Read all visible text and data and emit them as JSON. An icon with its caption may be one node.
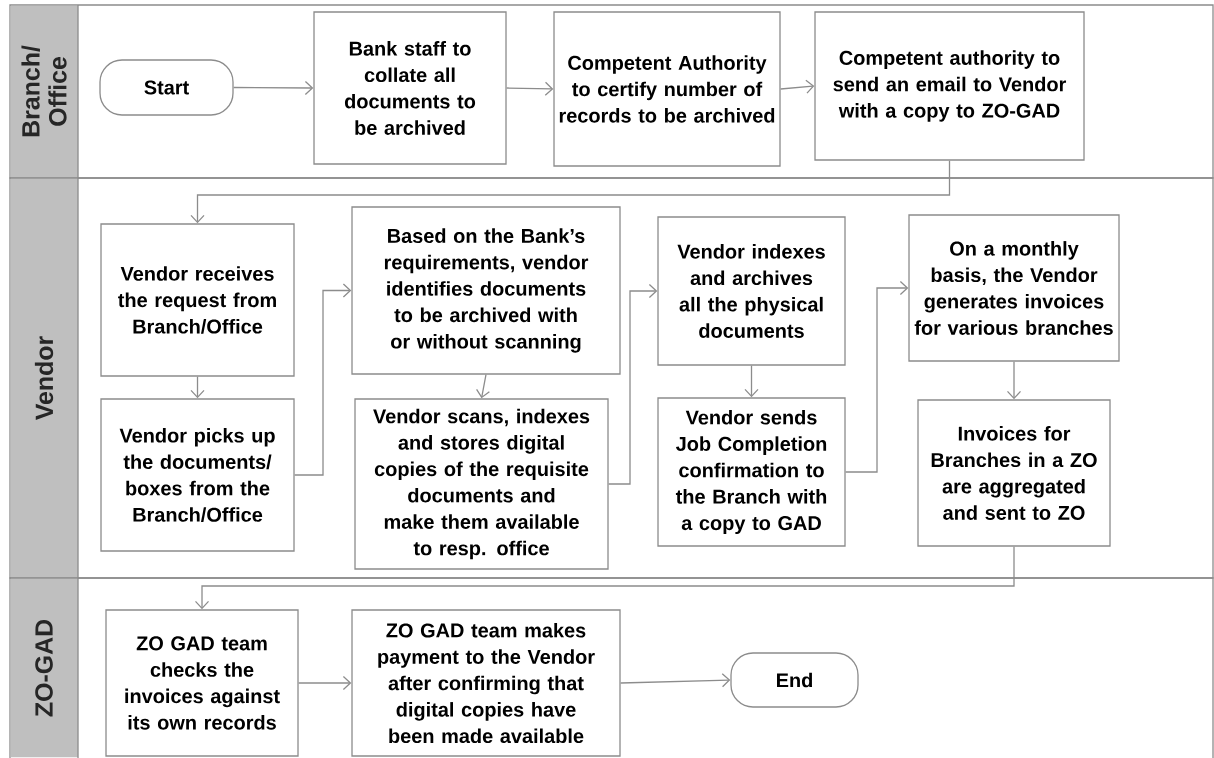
{
  "diagram": {
    "nodes": [
      {
        "text": [
          "Branch/ Office"
        ]
      },
      {
        "text": [
          "Start"
        ],
        "in": 0
      },
      {
        "text": [
          "Bank staff to collate all documents to be archived"
        ],
        "in": 0
      },
      {
        "text": [
          "Competent Authority to certify number of records to be archived"
        ],
        "in": 0
      },
      {
        "text": [
          "Competent authority to send an email to Vendor with a copy to ZO-GAD"
        ],
        "in": 0
      },
      {
        "text": [
          "Vendor"
        ]
      },
      {
        "text": [
          "Vendor receives the request from Branch/Office"
        ],
        "in": 5
      },
      {
        "text": [
          "Based on the Bank’s requirements, vendor identifies documents to be archived with  or without scanning"
        ],
        "in": 5
      },
      {
        "text": [
          "Vendor indexes and archives all the physical documents"
        ],
        "in": 5
      },
      {
        "text": [
          "On a monthly basis, the Vendor generates invoices for various branches"
        ],
        "in": 5
      },
      {
        "text": [
          "Vendor picks up the documents/ boxes from the Branch/Office"
        ],
        "in": 5
      },
      {
        "text": [
          "Vendor scans, indexes and stores digital copies of the requisite documents and make them available to resp. office"
        ],
        "in": 5
      },
      {
        "text": [
          "Vendor sends Job Completion confirmation to the Branch with a copy to GAD"
        ],
        "in": 5
      },
      {
        "text": [
          "Invoices for Branches in a ZO are aggregated and sent to ZO"
        ],
        "in": 5
      },
      {
        "text": [
          "ZO-GAD"
        ]
      },
      {
        "text": [
          "ZO GAD team checks the invoices against its own records"
        ],
        "in": 14
      },
      {
        "text": [
          "ZO GAD team  makes payment to the Vendor after confirming that digital copies have been made available"
        ],
        "in": 14
      },
      {
        "text": [
          "End"
        ],
        "in": 14
      }
    ],
    "edges": [
      {
        "from": 1,
        "to": 2,
        "arrow": "to"
      },
      {
        "from": 2,
        "to": 3,
        "arrow": "to"
      },
      {
        "from": 3,
        "to": 4,
        "arrow": "to"
      },
      {
        "from": 4,
        "to": 6,
        "arrow": "to"
      },
      {
        "from": 6,
        "to": 10,
        "arrow": "to"
      },
      {
        "from": 10,
        "to": 7,
        "arrow": "to"
      },
      {
        "from": 7,
        "to": 11,
        "arrow": "to"
      },
      {
        "from": 11,
        "to": 8,
        "arrow": "to"
      },
      {
        "from": 8,
        "to": 12,
        "arrow": "to"
      },
      {
        "from": 12,
        "to": 9,
        "arrow": "to"
      },
      {
        "from": 9,
        "to": 13,
        "arrow": "to"
      },
      {
        "from": 13,
        "to": 15,
        "arrow": "to"
      },
      {
        "from": 15,
        "to": 16,
        "arrow": "to"
      },
      {
        "from": 16,
        "to": 17,
        "arrow": "to"
      }
    ]
  }
}
